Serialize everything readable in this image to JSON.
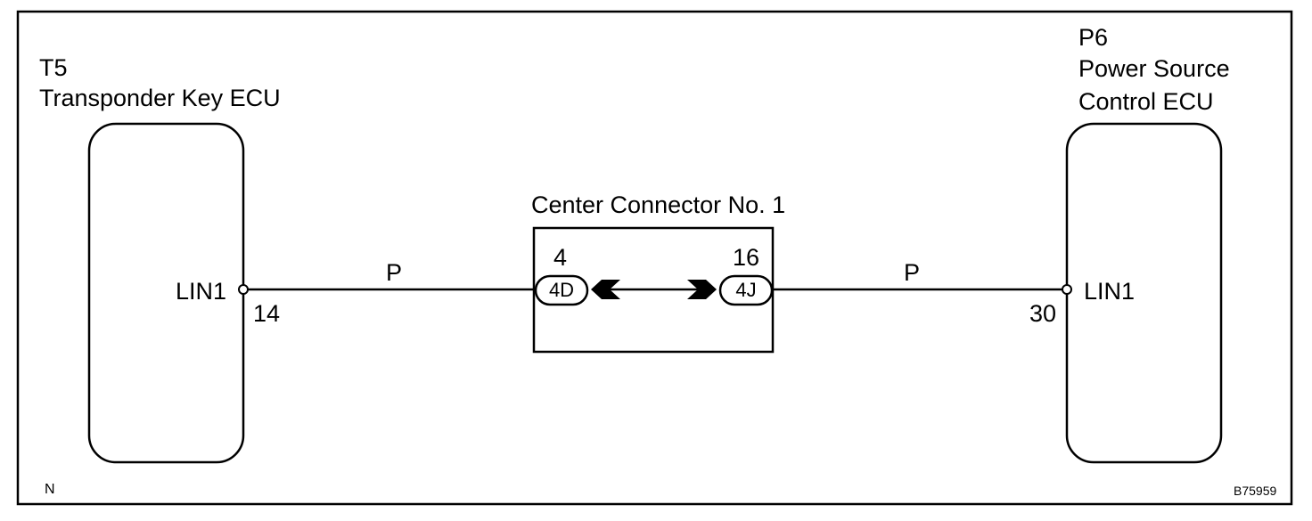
{
  "left_ecu": {
    "code": "T5",
    "name": "Transponder Key ECU",
    "terminal_name": "LIN1",
    "pin": "14"
  },
  "right_ecu": {
    "code": "P6",
    "name_line1": "Power Source",
    "name_line2": "Control ECU",
    "terminal_name": "LIN1",
    "pin": "30"
  },
  "connector": {
    "title": "Center Connector No. 1",
    "left_pin": "4",
    "left_code": "4D",
    "right_pin": "16",
    "right_code": "4J"
  },
  "wires": {
    "left_color": "P",
    "right_color": "P"
  },
  "footer": {
    "left_mark": "N",
    "figure_id": "B75959"
  }
}
